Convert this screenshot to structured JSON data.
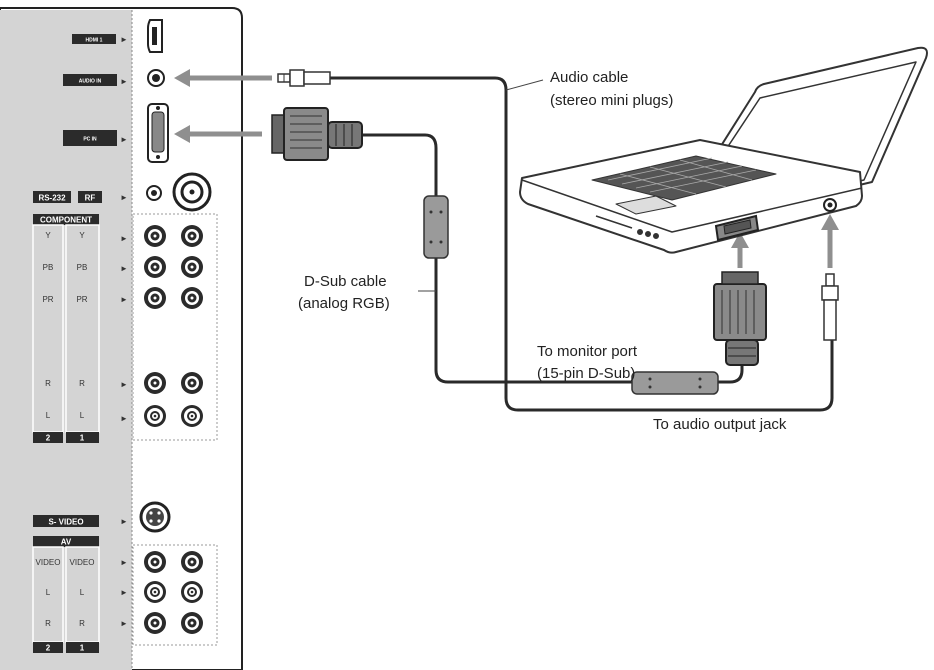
{
  "callouts": {
    "audio_cable_line1": "Audio cable",
    "audio_cable_line2": "(stereo mini plugs)",
    "dsub_cable_line1": "D-Sub cable",
    "dsub_cable_line2": "(analog RGB)",
    "monitor_port_line1": "To monitor port",
    "monitor_port_line2": "(15-pin D-Sub)",
    "audio_output_jack": "To audio output jack"
  },
  "panel": {
    "hdmi_badge": "HDMI 1",
    "audio_badge": "AUDIO IN",
    "dsub_badge": "PC IN",
    "rs232_badge": "RS-232",
    "rf_badge": "RF",
    "component_badge": "COMPONENT",
    "component_rows": [
      {
        "col2": "Y",
        "col1": "Y"
      },
      {
        "col2": "PB",
        "col1": "PB"
      },
      {
        "col2": "PR",
        "col1": "PR"
      },
      {
        "col2": "R",
        "col1": "R"
      },
      {
        "col2": "L",
        "col1": "L"
      }
    ],
    "component_footer": [
      "2",
      "1"
    ],
    "svideo_badge": "S- VIDEO",
    "av_badge": "AV",
    "av_rows": [
      {
        "col2": "VIDEO",
        "col1": "VIDEO"
      },
      {
        "col2": "L",
        "col1": "L"
      },
      {
        "col2": "R",
        "col1": "R"
      }
    ],
    "av_footer": [
      "2",
      "1"
    ]
  },
  "colors": {
    "panel_fill": "#d4d4d4",
    "badge": "#2b2b2b",
    "cable": "#2a2a2a",
    "arrow": "#8f8f8f",
    "connector": "#555555"
  }
}
